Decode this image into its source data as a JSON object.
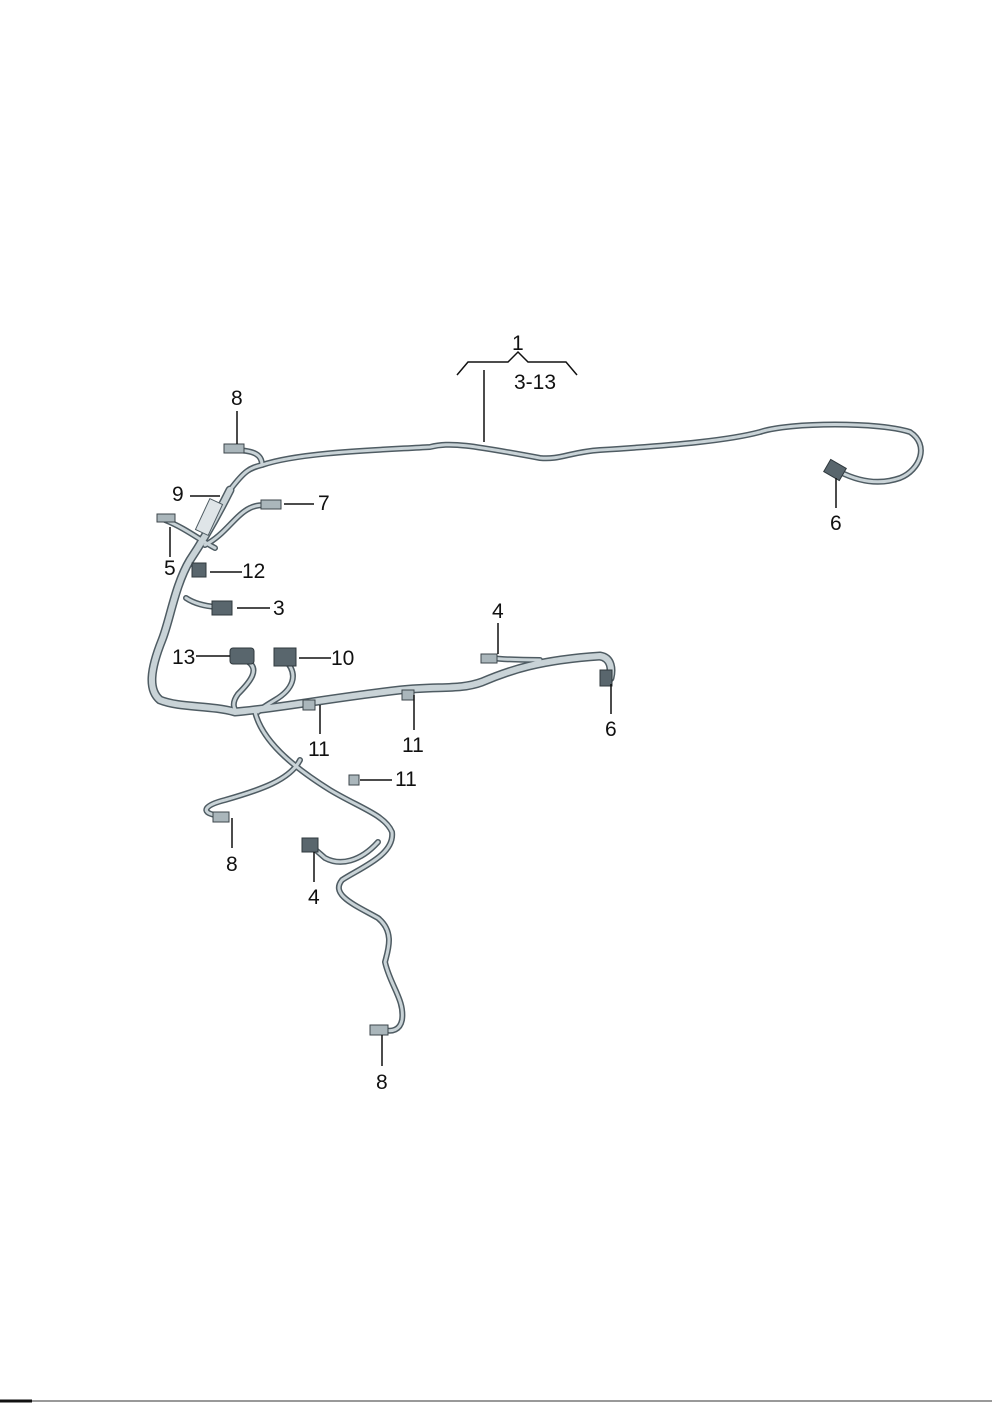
{
  "diagram": {
    "title_callout": {
      "number": "1",
      "range": "3-13"
    },
    "callouts": [
      "8",
      "9",
      "7",
      "5",
      "12",
      "3",
      "13",
      "10",
      "4",
      "6",
      "11",
      "11",
      "11",
      "8",
      "4",
      "8",
      "6"
    ]
  }
}
